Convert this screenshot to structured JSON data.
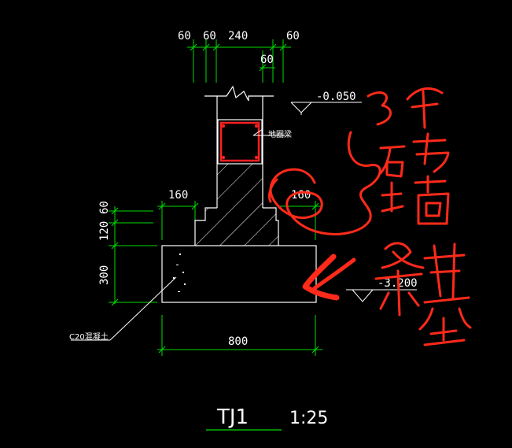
{
  "drawing": {
    "title": "TJ1",
    "scale": "1:25",
    "elevations": {
      "top": "-0.050",
      "bottom": "-3.200"
    },
    "labels": {
      "ring_beam": "地圈梁",
      "concrete": "C20混凝土"
    },
    "dimensions": {
      "top_60_a": "60",
      "top_60_b": "60",
      "top_240": "240",
      "top_60_c": "60",
      "top_60_d": "60",
      "step_left": "160",
      "step_right": "160",
      "left_60": "60",
      "left_120": "120",
      "left_300": "300",
      "bottom_800": "800"
    }
  },
  "annotation": {
    "handwritten_text": "3个砖墙条基",
    "color": "#ff2a1a"
  },
  "colors": {
    "background": "#000000",
    "outline": "#ffffff",
    "dimension": "#00dd00",
    "ring_beam": "#ff2020"
  }
}
